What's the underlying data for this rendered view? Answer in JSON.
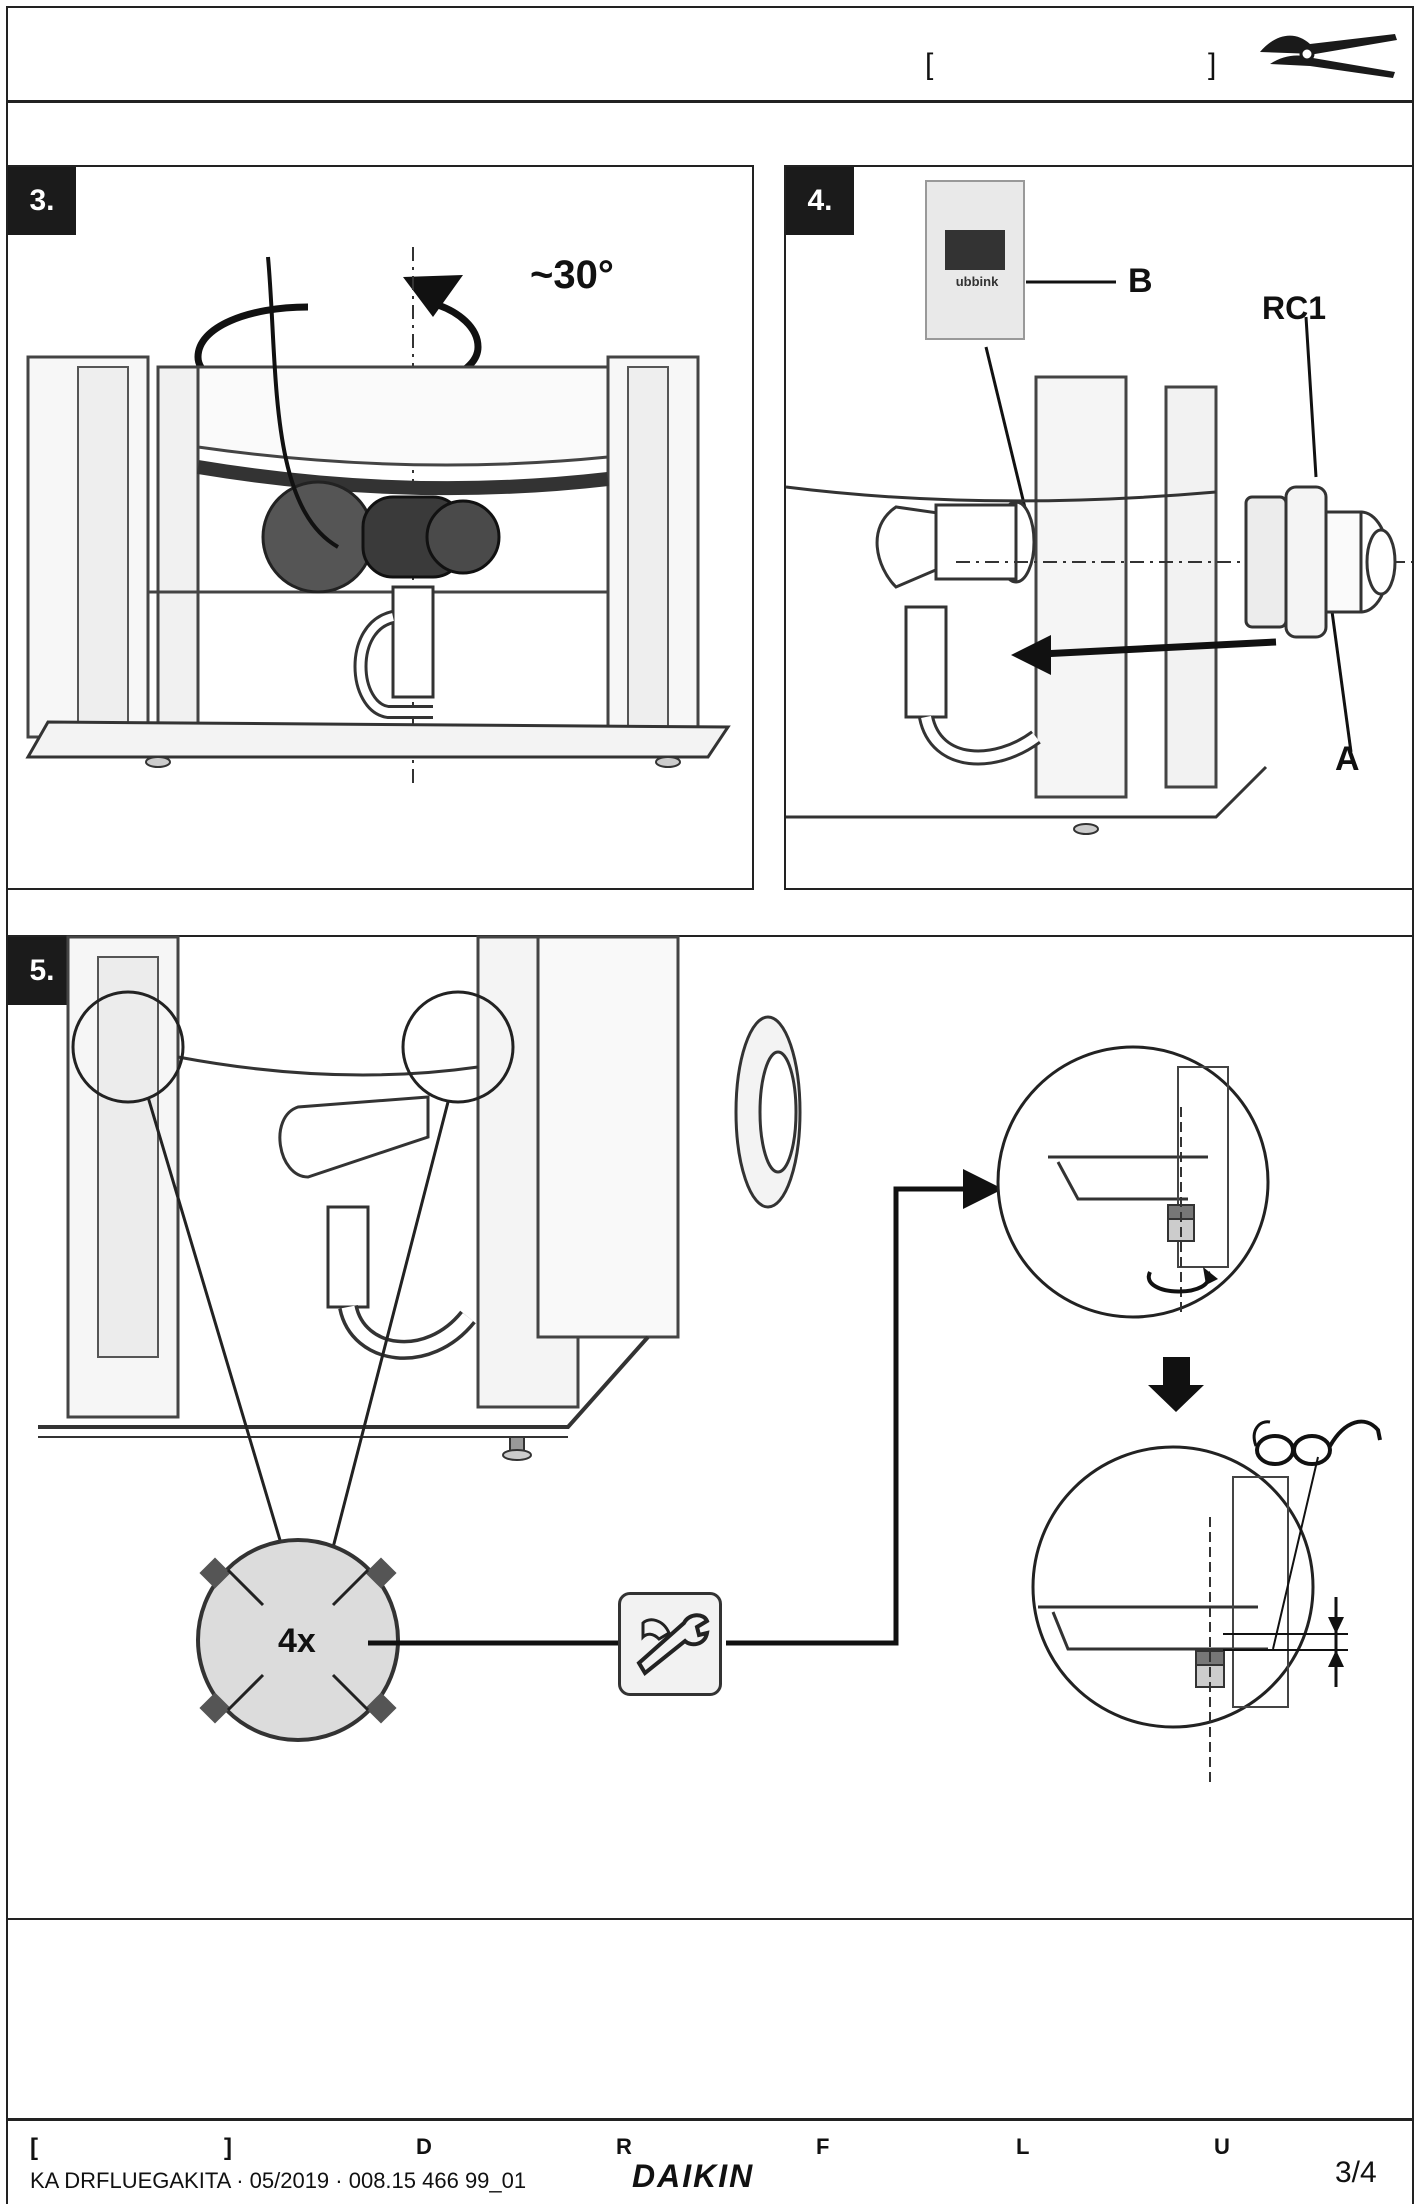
{
  "header": {
    "bracket_open": "[",
    "bracket_close": "]",
    "tool_icon": "pliers-icon"
  },
  "steps": [
    {
      "number": "3.",
      "rotation_label": "~30°"
    },
    {
      "number": "4.",
      "labels": {
        "b": "B",
        "rc1": "RC1",
        "a": "A"
      },
      "packet_brand": "ubbink"
    },
    {
      "number": "5.",
      "count_label": "4x",
      "tool_icon": "wrench-hand-icon",
      "safety_icon": "safety-glasses-icon"
    }
  ],
  "footer": {
    "bracket_open": "[",
    "bracket_close": "]",
    "doc_ref": "KA DRFLUEGAKITA · 05/2019 · 008.15 466 99_01",
    "lang_letters": [
      "D",
      "R",
      "F",
      "L",
      "U"
    ],
    "brand": "DAIKIN",
    "page": "3/4"
  }
}
